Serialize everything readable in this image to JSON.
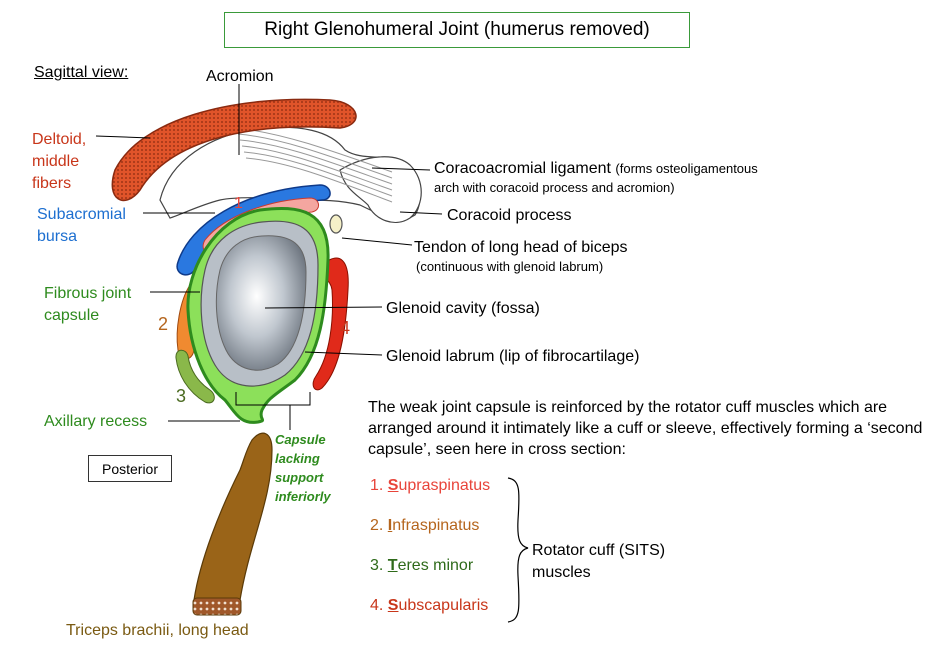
{
  "title": "Right Glenohumeral Joint (humerus removed)",
  "view_label": "Sagittal view:",
  "labels": {
    "acromion": "Acromion",
    "deltoid": [
      "Deltoid,",
      "middle",
      "fibers"
    ],
    "subacromial": [
      "Subacromial",
      "bursa"
    ],
    "fibrous": [
      "Fibrous joint",
      "capsule"
    ],
    "axillary": "Axillary recess",
    "posterior": "Posterior",
    "capsule_note": "Capsule lacking support inferiorly",
    "triceps": "Triceps brachii, long head",
    "coracoacromial_main": "Coracoacromial ligament",
    "coracoacromial_note": "(forms osteoligamentous",
    "coracoacromial_note2": "arch with coracoid process and acromion)",
    "coracoid": "Coracoid process",
    "biceps": "Tendon of long head of biceps",
    "biceps_note": "(continuous with glenoid labrum)",
    "glenoid_cavity": "Glenoid cavity (fossa)",
    "glenoid_labrum": "Glenoid labrum (lip of fibrocartilage)"
  },
  "numbers": {
    "n1": "1",
    "n2": "2",
    "n3": "3",
    "n4": "4"
  },
  "paragraph": "The weak joint capsule is reinforced by the rotator cuff muscles which are arranged around it intimately like a cuff or sleeve, effectively forming a ‘second capsule’, seen here in cross section:",
  "rotator_cuff": {
    "items": [
      {
        "prefix": "1. ",
        "letter": "S",
        "rest": "upraspinatus"
      },
      {
        "prefix": "2. ",
        "letter": "I",
        "rest": "nfraspinatus"
      },
      {
        "prefix": "3. ",
        "letter": "T",
        "rest": "eres minor"
      },
      {
        "prefix": "4. ",
        "letter": "S",
        "rest": "ubscapularis"
      }
    ],
    "group_label": [
      "Rotator cuff (SITS)",
      "muscles"
    ]
  },
  "colors": {
    "deltoid": "#e0542a",
    "bursa": "#2a78e0",
    "capsule": "#8ce05a",
    "supraspinatus": "#f4a6a0",
    "infraspinatus": "#f08a30",
    "teres_minor": "#8ab84a",
    "subscapularis": "#e02a1a",
    "triceps": "#9a6418"
  }
}
